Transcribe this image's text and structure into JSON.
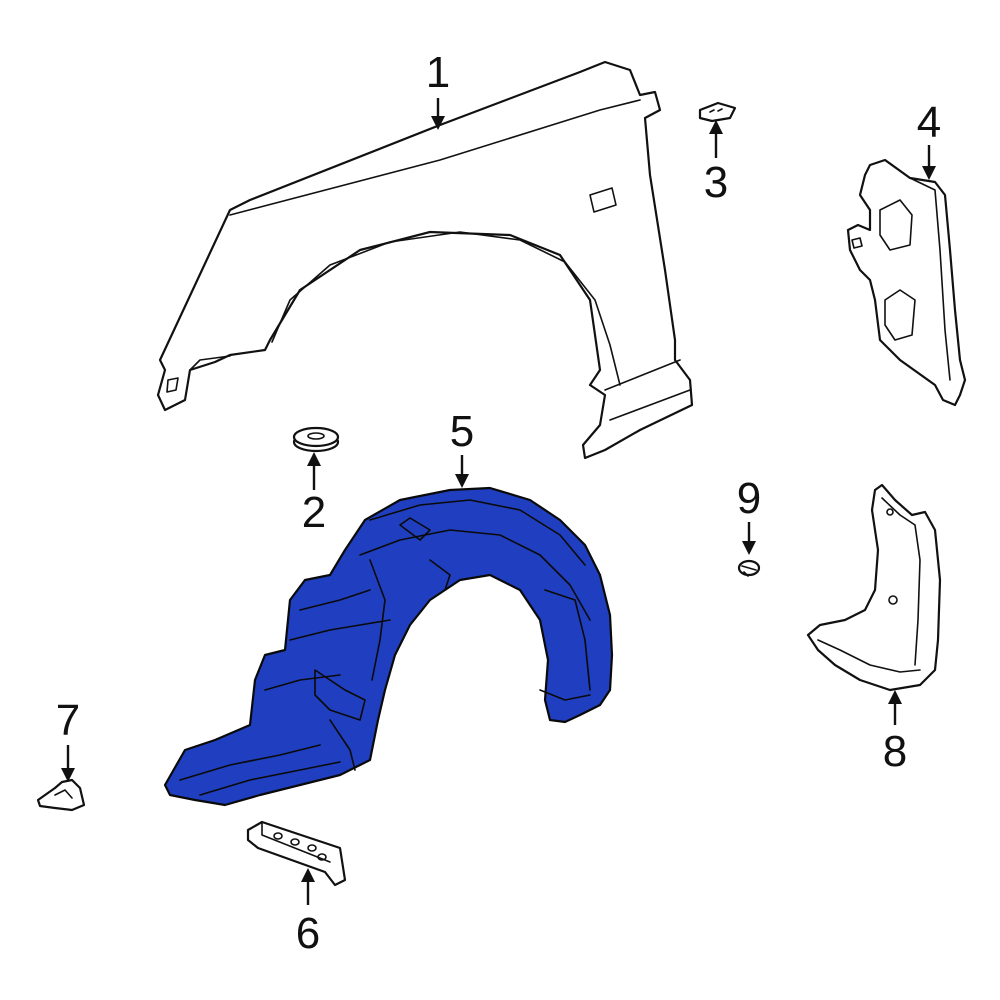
{
  "callouts": [
    {
      "id": "1",
      "label": "1"
    },
    {
      "id": "2",
      "label": "2"
    },
    {
      "id": "3",
      "label": "3"
    },
    {
      "id": "4",
      "label": "4"
    },
    {
      "id": "5",
      "label": "5"
    },
    {
      "id": "6",
      "label": "6"
    },
    {
      "id": "7",
      "label": "7"
    },
    {
      "id": "8",
      "label": "8"
    },
    {
      "id": "9",
      "label": "9"
    }
  ],
  "colors": {
    "highlight": "#1f3fc0",
    "line": "#111111",
    "background": "#ffffff"
  }
}
